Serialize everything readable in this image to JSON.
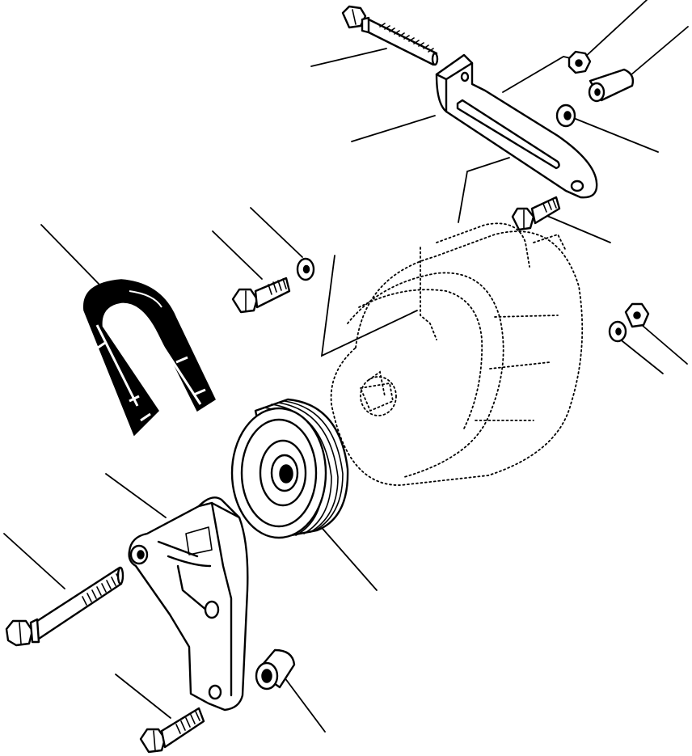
{
  "diagram": {
    "kind": "exploded parts view",
    "parts": [
      {
        "id": "top-bolt",
        "icon": "hex-bolt-icon"
      },
      {
        "id": "adjusting-bracket",
        "icon": "slotted-bracket-icon"
      },
      {
        "id": "top-nut",
        "icon": "hex-nut-icon"
      },
      {
        "id": "top-spacer",
        "icon": "spacer-icon"
      },
      {
        "id": "top-washer",
        "icon": "washer-icon"
      },
      {
        "id": "bracket-bolt",
        "icon": "hex-bolt-icon"
      },
      {
        "id": "alternator",
        "icon": "alternator-icon",
        "style": "dotted outline"
      },
      {
        "id": "right-nut",
        "icon": "hex-nut-icon"
      },
      {
        "id": "right-washer",
        "icon": "washer-icon"
      },
      {
        "id": "drive-belt",
        "icon": "v-belt-icon"
      },
      {
        "id": "pulley-bolt",
        "icon": "hex-bolt-icon"
      },
      {
        "id": "pulley-washer",
        "icon": "washer-icon"
      },
      {
        "id": "pulley",
        "icon": "pulley-icon"
      },
      {
        "id": "mounting-bracket",
        "icon": "mounting-bracket-icon"
      },
      {
        "id": "long-bolt",
        "icon": "hex-bolt-icon"
      },
      {
        "id": "short-bolt",
        "icon": "hex-bolt-icon"
      },
      {
        "id": "bushing",
        "icon": "bushing-icon"
      }
    ],
    "callout_labels": "none printed",
    "colors": {
      "ink": "#000000",
      "paper": "#ffffff"
    }
  }
}
